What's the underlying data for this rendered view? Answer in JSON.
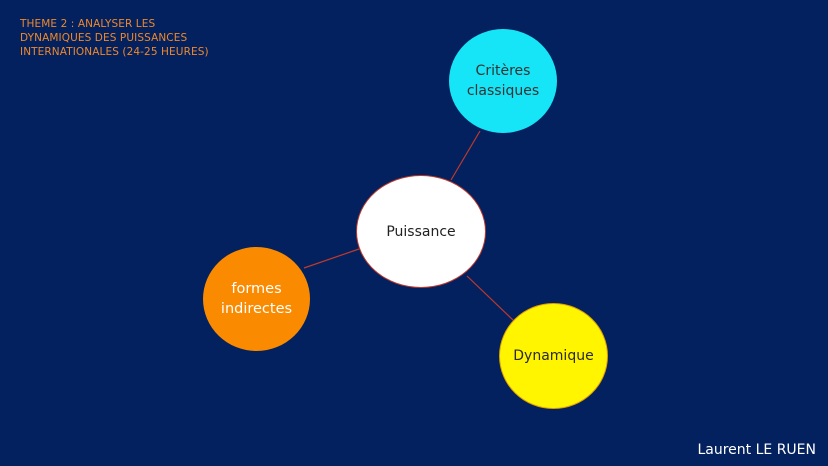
{
  "title_lines": [
    "THEME 2 : ANALYSER LES",
    "DYNAMIQUES DES PUISSANCES",
    "INTERNATIONALES (24-25 HEURES)"
  ],
  "nodes": {
    "center": "Puissance",
    "top": "Critères\nclassiques",
    "left": "formes\nindirectes",
    "right": "Dynamique"
  },
  "author": "Laurent LE RUEN",
  "colors": {
    "background": "#03215e",
    "title": "#f0882a",
    "link": "#c0392b",
    "center_fill": "#ffffff",
    "top_fill": "#16e4f7",
    "left_fill": "#fa8a00",
    "right_fill": "#fff500"
  }
}
